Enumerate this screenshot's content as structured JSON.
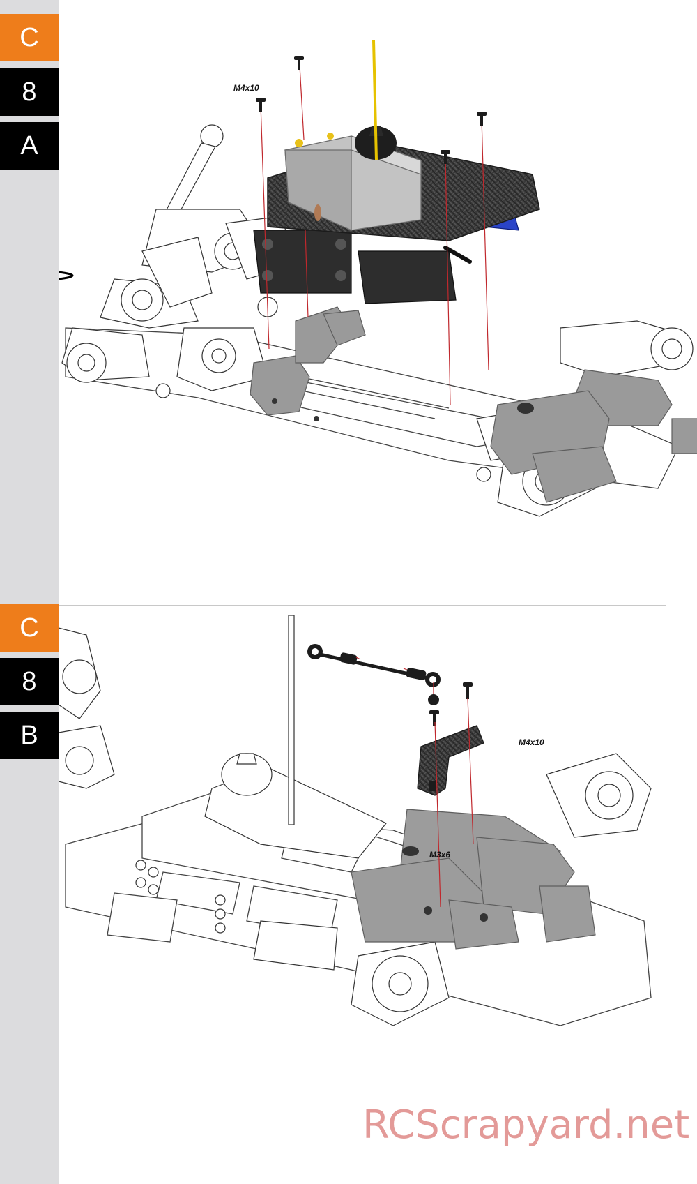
{
  "step_a": {
    "tabs": [
      "C",
      "8",
      "A"
    ],
    "callouts": {
      "screw": "M4x10"
    }
  },
  "step_b": {
    "tabs": [
      "C",
      "8",
      "B"
    ],
    "callouts": {
      "screw_1": "M4x10",
      "screw_2": "M3x6"
    }
  },
  "colors": {
    "accent": "#ee7d1b",
    "tab_black": "#000000",
    "side_strip": "#dcdcde",
    "guide_line": "#c0282d",
    "antenna": "#e6c200",
    "watermark": "#e39a98"
  },
  "watermark": "RCScrapyard.net"
}
